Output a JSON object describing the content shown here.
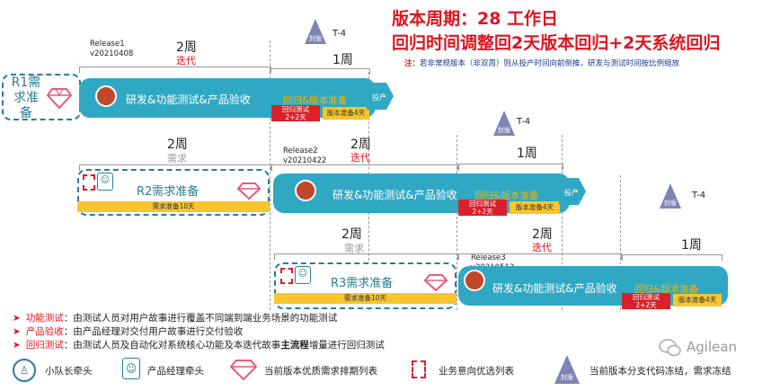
{
  "header": {
    "line1": "版本周期：28 工作日",
    "line2": "回归时间调整回2天版本回归+2天系统回归",
    "note_prefix": "注：",
    "note": "若非常规版本（非双周）则从投产时间向前倒推，研发与测试时间按比例缩放"
  },
  "release1": {
    "badge": "R1需求准备",
    "release_name": "Release1",
    "release_date": "v20210408",
    "dev_label": "研发&功能测试&产品验收",
    "regress_label": "回归&版本准备",
    "regress_box": "回归测试\n2+2天",
    "prep_box": "版本准备4天",
    "period_2w": "2周",
    "period_2w_sub": "迭代",
    "period_1w": "1周",
    "t4": "T-4",
    "seal": "封版",
    "tail": "投产"
  },
  "release2": {
    "req_label": "R2需求准备",
    "req_box": "需求准备10天",
    "release_name": "Release2",
    "release_date": "v20210422",
    "dev_label": "研发&功能测试&产品验收",
    "regress_label": "回归&版本准备",
    "regress_box": "回归测试\n2+2天",
    "prep_box": "版本准备4天",
    "period_req": "2周",
    "period_req_sub": "需求",
    "period_2w": "2周",
    "period_2w_sub": "迭代",
    "period_1w": "1周",
    "t4": "T-4",
    "seal": "封版",
    "tail": "投产"
  },
  "release3": {
    "req_label": "R3需求准备",
    "req_box": "需求准备10天",
    "release_name": "Release3",
    "release_date": "v20210513",
    "dev_label": "研发&功能测试&产品验收",
    "regress_label": "回归&版本准备",
    "regress_box": "回归测试\n2+2天",
    "prep_box": "版本准备4天",
    "period_req": "2周",
    "period_req_sub": "需求",
    "period_2w": "2周",
    "period_2w_sub": "迭代",
    "period_1w": "1周",
    "t4": "T-4",
    "seal": "封版"
  },
  "definitions": [
    {
      "term": "功能测试",
      "text": "：由测试人员对用户故事进行覆盖不同端到端业务场景的功能测试"
    },
    {
      "term": "产品验收",
      "text": "：由产品经理对交付用户故事进行交付验收"
    },
    {
      "term": "回归测试",
      "text": "：由测试人员及自动化对系统核心功能及本迭代故事",
      "bold": "主流程",
      "tail": "增量进行回归测试"
    }
  ],
  "legend": {
    "team_lead": "小队长牵头",
    "pm_lead": "产品经理牵头",
    "backlog": "当前版本优质需求排期列表",
    "business": "业务意向优选列表",
    "freeze": "当前版本分支代码冻结，需求冻结",
    "seal": "封版"
  },
  "watermark": "Agilean",
  "colors": {
    "bar": "#31a8c3",
    "red": "#e0141e",
    "orange_text": "#f5b400",
    "yellow_box": "#f7c52e",
    "dashed_border": "#2c7d92",
    "triangle": "#7e84b4",
    "gem": "#e85a78"
  }
}
